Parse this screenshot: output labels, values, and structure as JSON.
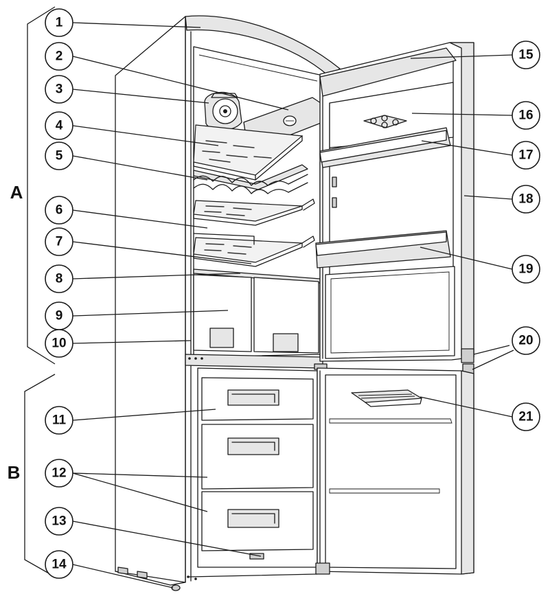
{
  "sections": [
    {
      "id": "A",
      "label": "A"
    },
    {
      "id": "B",
      "label": "B"
    }
  ],
  "callouts": [
    {
      "label": "1"
    },
    {
      "label": "2"
    },
    {
      "label": "3"
    },
    {
      "label": "4"
    },
    {
      "label": "5"
    },
    {
      "label": "6"
    },
    {
      "label": "7"
    },
    {
      "label": "8"
    },
    {
      "label": "9"
    },
    {
      "label": "10"
    },
    {
      "label": "11"
    },
    {
      "label": "12"
    },
    {
      "label": "13"
    },
    {
      "label": "14"
    },
    {
      "label": "15"
    },
    {
      "label": "16"
    },
    {
      "label": "17"
    },
    {
      "label": "18"
    },
    {
      "label": "19"
    },
    {
      "label": "20"
    },
    {
      "label": "21"
    }
  ]
}
